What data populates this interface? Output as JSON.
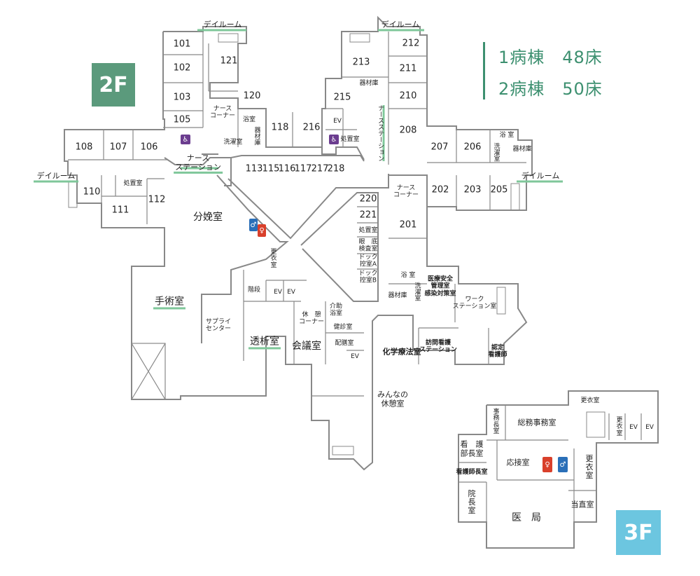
{
  "badges": {
    "f2": "2F",
    "f3": "3F"
  },
  "beds": {
    "w1": "1病棟　48床",
    "w2": "2病棟　50床"
  },
  "colors": {
    "wall": "#888888",
    "f2": "#5b9a7c",
    "f3": "#6cc6e0",
    "accent": "#7fc79a",
    "info": "#3d9070"
  },
  "labels": {
    "dayroom": "デイルーム",
    "r101": "101",
    "r102": "102",
    "r103": "103",
    "r105": "105",
    "r106": "106",
    "r107": "107",
    "r108": "108",
    "r110": "110",
    "r111": "111",
    "r112": "112",
    "r113": "113",
    "r115": "115",
    "r116": "116",
    "r117": "117",
    "r118": "118",
    "r120": "120",
    "r121": "121",
    "r201": "201",
    "r202": "202",
    "r203": "203",
    "r205": "205",
    "r206": "206",
    "r207": "207",
    "r208": "208",
    "r210": "210",
    "r211": "211",
    "r212": "212",
    "r213": "213",
    "r215": "215",
    "r216": "216",
    "r217": "217",
    "r218": "218",
    "r220": "220",
    "r221": "221",
    "nurse_corner": "ナース\nコーナー",
    "nurse_station": "ナース\nステーション",
    "nurse_station_v": "ナースステーション",
    "bath": "浴室",
    "bath2": "浴 室",
    "kizaiko": "器材庫",
    "kizaiko_v": "器材庫",
    "sentaku": "洗濯室",
    "sentaku_v": "洗濯室",
    "shochi": "処置室",
    "shochi2": "処置室",
    "bunben": "分娩室",
    "shujutsu": "手術室",
    "supply": "サプライ\nセンター",
    "toseki": "透析室",
    "kaigi": "会議室",
    "haizen": "配膳室",
    "ev": "EV",
    "kaidan": "階段",
    "koui_v": "更衣室",
    "kyukei": "休　憩\nコーナー",
    "kaijo": "介助\n浴室",
    "kenshin": "健診室",
    "kyukei_min": "みんなの\n休憩室",
    "kagaku": "化学療法室",
    "houmon": "訪問看護\nステーション",
    "nintei": "認定\n看護師",
    "anzen": "医療安全\n管理室\n感染対策室",
    "work": "ワーク\nステーション室",
    "gantei": "眼　底\n検査室",
    "dock_a": "ドック\n控室A",
    "dock_b": "ドック\n控室B",
    "jimucho_v": "事務長室",
    "somu": "総務事務室",
    "kango": "看　護\n部長室",
    "kango_fuku": "看護師長室",
    "ousetsu": "応接室",
    "incho_v": "院長室",
    "ikyoku": "医　局",
    "koui3": "更衣室",
    "koui3_v": "更衣室",
    "koui3s_v": "更衣室",
    "toukoku": "当直室"
  }
}
